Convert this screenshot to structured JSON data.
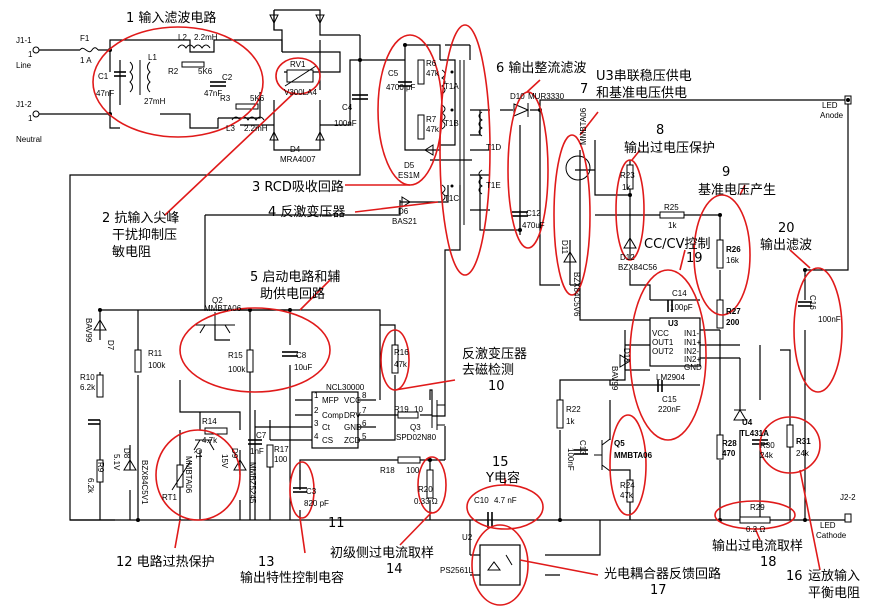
{
  "annotations": {
    "a1": "1  输入滤波电路",
    "a2_1": "2 抗输入尖峰",
    "a2_2": "干扰抑制压",
    "a2_3": "敏电阻",
    "a3": "3  RCD吸收回路",
    "a4": "4 反激变压器",
    "a5_1": "5 启动电路和辅",
    "a5_2": "助供电回路",
    "a6": "6  输出整流滤波",
    "a7_1": "U3串联稳压供电",
    "a7_2": "和基准电压供电",
    "a7_n": "7",
    "a8_n": "8",
    "a8": "输出过电压保护",
    "a9_n": "9",
    "a9": "基准电压产生",
    "a10_1": "反激变压器",
    "a10_2": "去磁检测",
    "a10_n": "10",
    "a11": "11",
    "a12": "12  电路过热保护",
    "a13_n": "13",
    "a13": "输出特性控制电容",
    "a14_1": "初级侧过电流取样",
    "a14_n": "14",
    "a15_n": "15",
    "a15": "Y电容",
    "a16_n": "16",
    "a16_1": "运放输入",
    "a16_2": "平衡电阻",
    "a17": "光电耦合器反馈回路",
    "a17_n": "17",
    "a18": "输出过电流取样",
    "a18_n": "18",
    "a19": "CC/CV控制",
    "a19_n": "19",
    "a20_n": "20",
    "a20": "输出滤波"
  },
  "components": {
    "j11": "J1-1",
    "j11_pin": "1",
    "line": "Line",
    "j12": "J1-2",
    "j12_pin": "1",
    "neutral": "Neutral",
    "f1": "F1",
    "f1v": "1 A",
    "c1": "C1",
    "c1v": "47nF",
    "l1": "L1",
    "l1v": "27mH",
    "l2": "L2",
    "l2v": "2.2mH",
    "r2": "R2",
    "r2v": "5K6",
    "c2": "C2",
    "c2v": "47nF",
    "r3": "R3",
    "r3v": "5K6",
    "l3": "L3",
    "l3v": "2.2mH",
    "rv1": "RV1",
    "rv1v": "V300LA4",
    "d4": "D4",
    "d4v": "MRA4007",
    "c4": "C4",
    "c4v": "100nF",
    "c5": "C5",
    "c5v": "4700 pF",
    "r6": "R6",
    "r6v": "47k",
    "r7": "R7",
    "r7v": "47k",
    "d5": "D5",
    "d5v": "ES1M",
    "d6": "D6",
    "d6v": "BAS21",
    "t1a": "T1A",
    "t1b": "T1B",
    "t1c": "T1C",
    "t1d": "T1D",
    "t1e": "T1E",
    "d10": "D10",
    "d10v": "MUR3330",
    "c12": "C12",
    "c12v": "470uF",
    "d11": "D11",
    "d11v": "BZX84C5V6",
    "q4": "MMBTA06",
    "r23": "R23",
    "r23v": "1k",
    "r25": "R25",
    "r25v": "1k",
    "d12": "D12",
    "d12v": "BZX84C56",
    "r26": "R26",
    "r26v": "16k",
    "r27": "R27",
    "r27v": "200",
    "c14": "C14",
    "c14v": "100pF",
    "u3": "U3",
    "u3_vcc": "VCC",
    "u3_out1": "OUT1",
    "u3_out2": "OUT2",
    "u3_gnd": "GND",
    "u3_in1m": "IN1-",
    "u3_in1p": "IN1+",
    "u3_in2m": "IN2-",
    "u3_in2p": "IN2+",
    "u3v": "LM2904",
    "c15": "C15",
    "c15v": "220nF",
    "d13": "D13",
    "d13v": "BAV99",
    "c16": "C16",
    "c16v": "100nF",
    "led_a1": "LED",
    "led_a2": "Anode",
    "led_c1": "LED",
    "led_c2": "Cathode",
    "j22": "J2-2",
    "q2": "Q2",
    "q2v": "MMBTA06",
    "r15": "R15",
    "r15v": "100k",
    "c8": "C8",
    "c8v": "10uF",
    "r11": "R11",
    "r11v": "100k",
    "d7": "D7",
    "d7v": "BAV99",
    "r10": "R10",
    "r10v": "6.2k",
    "r16": "R16",
    "r16v": "47k",
    "u1": "NCL30000",
    "u1_mfp": "MFP",
    "u1_comp": "Comp",
    "u1_ct": "Ct",
    "u1_cs": "CS",
    "u1_vcc": "VCC",
    "u1_drv": "DRV",
    "u1_gnd": "GND",
    "u1_zcd": "ZCD",
    "u1_p1": "1",
    "u1_p2": "2",
    "u1_p3": "3",
    "u1_p4": "4",
    "u1_p5": "5",
    "u1_p6": "6",
    "u1_p7": "7",
    "u1_p8": "8",
    "r19": "R19",
    "r19v": "10",
    "q3": "Q3",
    "q3v": "SPD02N80",
    "r14": "R14",
    "r14v": "4.7k",
    "c7": "C7",
    "c7v": "1nF",
    "r17": "R17",
    "r17v": "100",
    "c3": "C3",
    "c3v": "820 pF",
    "r18": "R18",
    "r18v": "100",
    "r20": "R20",
    "r20v": "0.33 Ω",
    "r9": "R9",
    "r9v": "6.2k",
    "d8": "D8",
    "d8v": "5.1V",
    "d8b": "BZX84C5V1",
    "rt1": "RT1",
    "q1": "Q1",
    "q1v": "MMBTA06",
    "d9": "D9",
    "d9v": "15V",
    "d9b": "MMBZ5245",
    "c10": "C10",
    "c10v": "4.7 nF",
    "u2": "U2",
    "u2v": "PS2561L",
    "r22": "R22",
    "r22v": "1k",
    "c13": "C13",
    "c13v": "100nF",
    "q5": "Q5",
    "q5v": "MMBTA06",
    "r24": "R24",
    "r24v": "47k",
    "u4": "U4",
    "u4v": "TL431A",
    "r28": "R28",
    "r28v": "470",
    "r30": "R30",
    "r30v": "24k",
    "r31": "R31",
    "r31v": "24k",
    "r29": "R29",
    "r29v": "0.2 Ω"
  },
  "colors": {
    "wire": "#000000",
    "highlight": "#e01a1a",
    "background": "#ffffff"
  }
}
